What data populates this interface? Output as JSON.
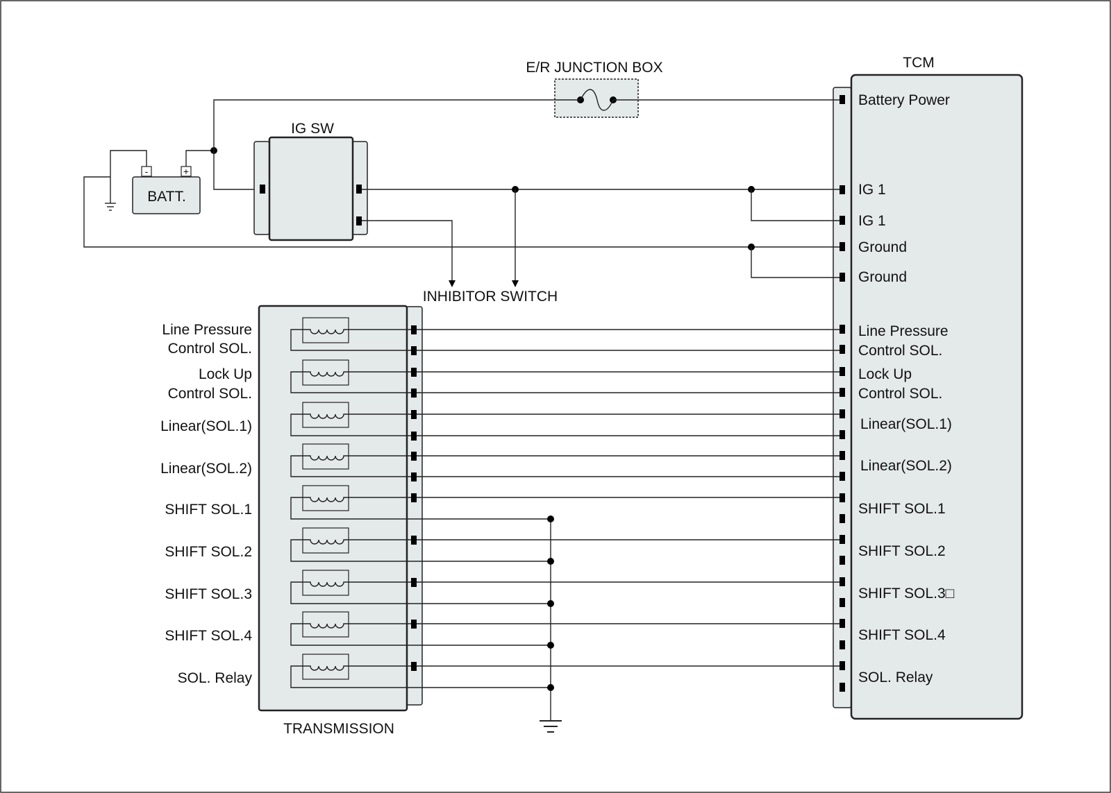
{
  "title_labels": {
    "junction_box": "E/R JUNCTION BOX",
    "tcm": "TCM",
    "ig_sw": "IG SW",
    "battery": "BATT.",
    "inhibitor": "INHIBITOR SWITCH",
    "transmission": "TRANSMISSION",
    "batt_minus": "-",
    "batt_plus": "+"
  },
  "tcm_pins": [
    "Battery Power",
    "IG 1",
    "IG 1",
    "Ground",
    "Ground",
    "Line Pressure",
    "Control SOL.",
    "Lock Up",
    "Control SOL.",
    "Linear(SOL.1)",
    "Linear(SOL.2)",
    "SHIFT SOL.1",
    "SHIFT SOL.2",
    "SHIFT SOL.3□",
    "SHIFT SOL.4",
    "SOL. Relay"
  ],
  "transmission_labels": [
    "Line Pressure",
    "Control SOL.",
    "Lock Up",
    "Control SOL.",
    "Linear(SOL.1)",
    "Linear(SOL.2)",
    "SHIFT SOL.1",
    "SHIFT SOL.2",
    "SHIFT SOL.3",
    "SHIFT SOL.4",
    "SOL. Relay"
  ]
}
